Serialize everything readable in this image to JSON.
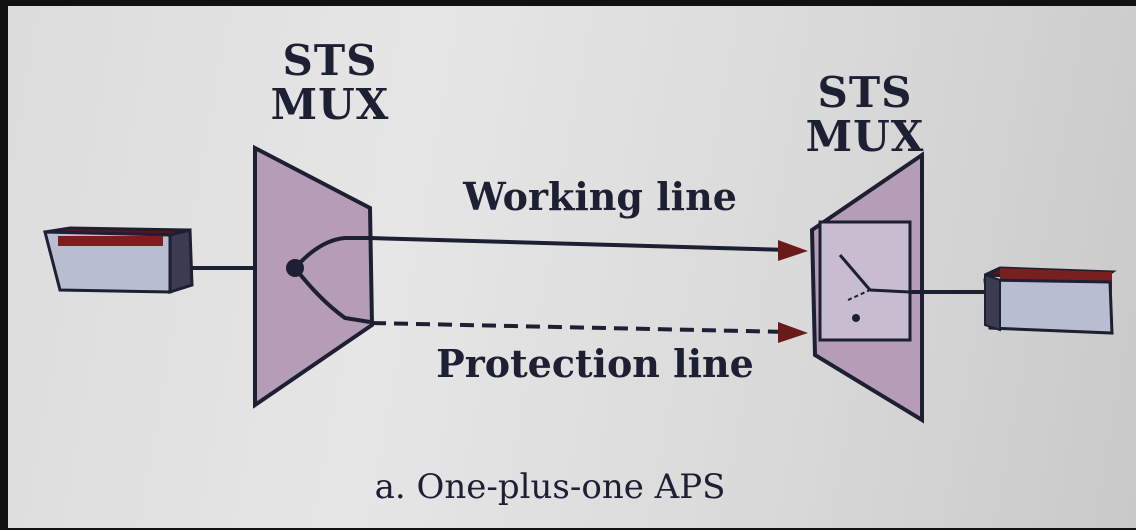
{
  "left_mux": {
    "line1": "STS",
    "line2": "MUX"
  },
  "right_mux": {
    "line1": "STS",
    "line2": "MUX"
  },
  "working_line_label": "Working line",
  "protection_line_label": "Protection line",
  "caption": "a. One-plus-one APS",
  "colors": {
    "ink": "#1d1f33",
    "mux_fill": "#b59cb7",
    "arrow": "#6b1a1a",
    "device_top": "#7a1f1f",
    "device_front": "#b8bdd0"
  }
}
